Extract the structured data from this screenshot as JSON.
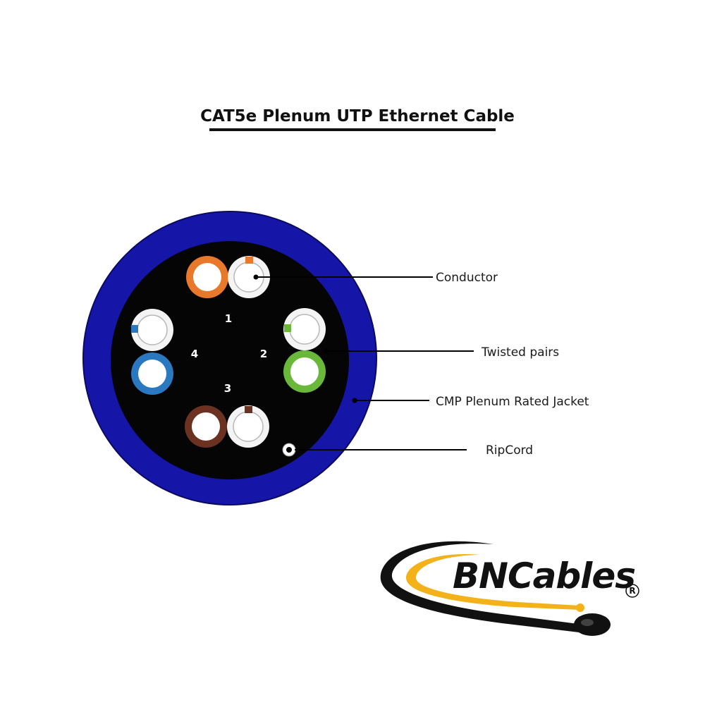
{
  "title": "CAT5e Plenum UTP Ethernet Cable",
  "colors": {
    "jacket": "#1515a8",
    "core": "#050505",
    "orange": "#e8792a",
    "green": "#6ab83a",
    "blue": "#2a78c0",
    "brown": "#6b3222",
    "white_wire": "#f4f4f4",
    "logo_swoosh_gold": "#f3b21a"
  },
  "pairs": [
    {
      "number": "1",
      "color": "orange"
    },
    {
      "number": "2",
      "color": "green"
    },
    {
      "number": "3",
      "color": "brown"
    },
    {
      "number": "4",
      "color": "blue"
    }
  ],
  "callouts": [
    {
      "label": "Conductor",
      "points_to": "conductor"
    },
    {
      "label": "Twisted pairs",
      "points_to": "twisted-pairs"
    },
    {
      "label": "CMP Plenum Rated Jacket",
      "points_to": "jacket"
    },
    {
      "label": "RipCord",
      "points_to": "ripcord"
    }
  ],
  "logo": {
    "text": "BNCables",
    "registered_mark": "R"
  }
}
